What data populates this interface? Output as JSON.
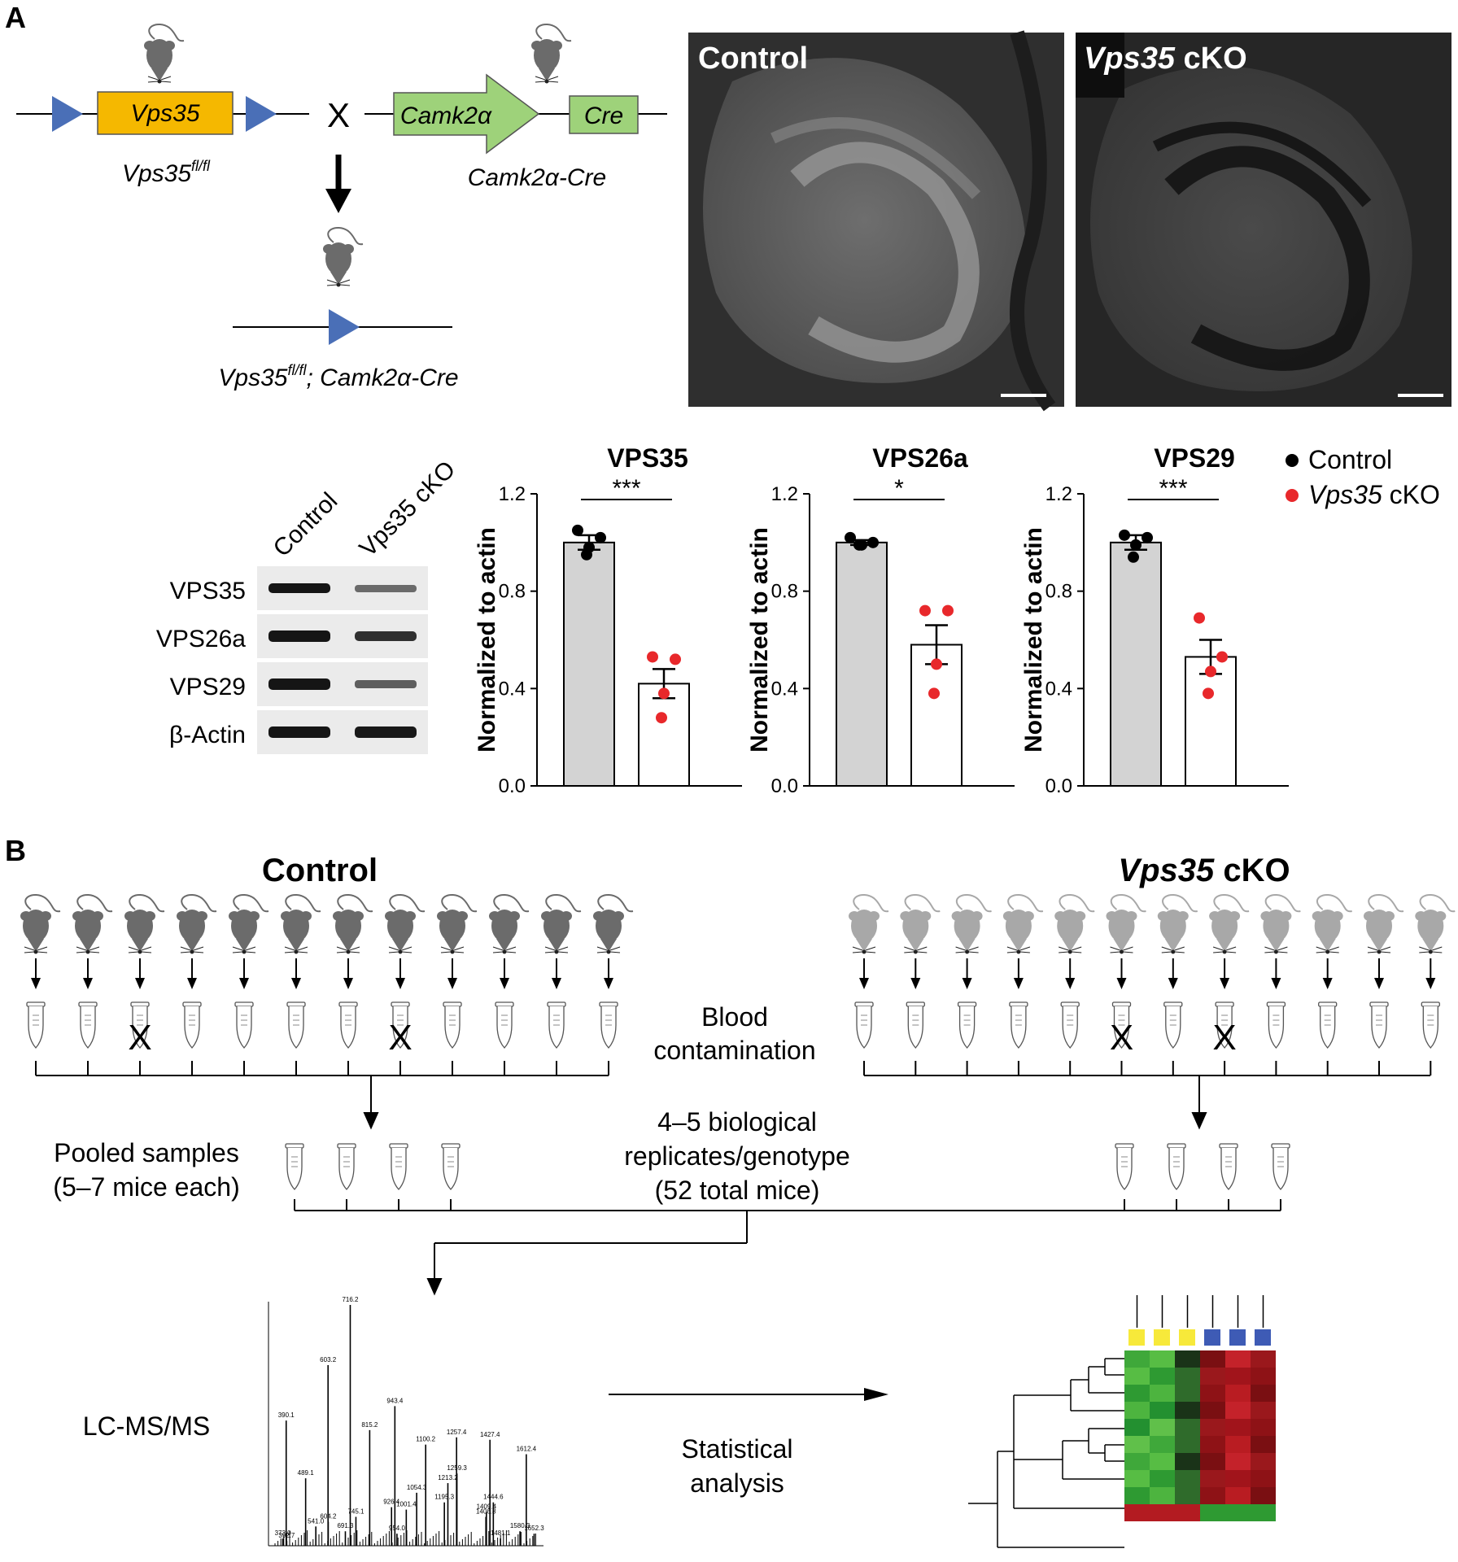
{
  "panelA": {
    "label": "A",
    "schematic": {
      "gene_floxed": "Vps35",
      "floxed_allele": "Vps35",
      "floxed_allele_sup": "fl/fl",
      "cross": "X",
      "promoter": "Camk2α",
      "cre": "Cre",
      "cre_line": "Camk2α-Cre",
      "offspring_gene": "Vps35",
      "offspring_sup": "fl/fl",
      "offspring_rest": "; Camk2α-Cre"
    },
    "micrographs": {
      "control_label": "Control",
      "cko_gene": "Vps35",
      "cko_suffix": " cKO"
    },
    "western": {
      "lane_control": "Control",
      "lane_cko": "Vps35 cKO",
      "bands": [
        "VPS35",
        "VPS26a",
        "VPS29",
        "β-Actin"
      ]
    },
    "legend": {
      "control": "Control",
      "cko_gene": "Vps35",
      "cko_suffix": " cKO",
      "control_color": "#000000",
      "cko_color": "#e8282b"
    }
  },
  "chart_data": [
    {
      "type": "bar",
      "title": "VPS35",
      "ylabel": "Normalized to actin",
      "ylim": [
        0,
        1.2
      ],
      "yticks": [
        "0.0",
        "0.4",
        "0.8",
        "1.2"
      ],
      "categories": [
        "Control",
        "Vps35 cKO"
      ],
      "values": [
        1.0,
        0.42
      ],
      "sem": [
        0.03,
        0.06
      ],
      "points": [
        [
          1.05,
          1.02,
          0.98,
          0.95
        ],
        [
          0.53,
          0.52,
          0.38,
          0.28
        ]
      ],
      "significance": "***",
      "bar_colors": [
        "#d3d3d3",
        "#ffffff"
      ]
    },
    {
      "type": "bar",
      "title": "VPS26a",
      "ylabel": "Normalized to actin",
      "ylim": [
        0,
        1.2
      ],
      "yticks": [
        "0.0",
        "0.4",
        "0.8",
        "1.2"
      ],
      "categories": [
        "Control",
        "Vps35 cKO"
      ],
      "values": [
        1.0,
        0.58
      ],
      "sem": [
        0.01,
        0.08
      ],
      "points": [
        [
          1.02,
          1.0,
          0.99,
          0.99
        ],
        [
          0.72,
          0.72,
          0.5,
          0.38
        ]
      ],
      "significance": "*",
      "bar_colors": [
        "#d3d3d3",
        "#ffffff"
      ]
    },
    {
      "type": "bar",
      "title": "VPS29",
      "ylabel": "Normalized to actin",
      "ylim": [
        0,
        1.2
      ],
      "yticks": [
        "0.0",
        "0.4",
        "0.8",
        "1.2"
      ],
      "categories": [
        "Control",
        "Vps35 cKO"
      ],
      "values": [
        1.0,
        0.53
      ],
      "sem": [
        0.03,
        0.07
      ],
      "points": [
        [
          1.03,
          1.02,
          0.99,
          0.94
        ],
        [
          0.69,
          0.53,
          0.47,
          0.38
        ]
      ],
      "significance": "***",
      "bar_colors": [
        "#d3d3d3",
        "#ffffff"
      ]
    }
  ],
  "panelB": {
    "label": "B",
    "control_title": "Control",
    "cko_gene": "Vps35",
    "cko_suffix": " cKO",
    "blood_line1": "Blood",
    "blood_line2": "contamination",
    "exclusion_mark": "X",
    "replicates_line1": "4–5 biological",
    "replicates_line2": "replicates/genotype",
    "replicates_line3": "(52 total mice)",
    "pooled_line1": "Pooled samples",
    "pooled_line2": "(5–7 mice each)",
    "lcms_label": "LC-MS/MS",
    "stats_line1": "Statistical",
    "stats_line2": "analysis",
    "spectrum_peaks": [
      "716.2",
      "603.2",
      "943.4",
      "815.2",
      "390.1",
      "1100.2",
      "1257.4",
      "1427.4",
      "1612.4",
      "1259.3",
      "1213.2",
      "1054.3",
      "1195.3",
      "489.1",
      "604.2",
      "745.1",
      "926.4",
      "1001.4",
      "1409.4",
      "1444.6",
      "1406.8",
      "541.0",
      "691.3",
      "954.0",
      "1580.3",
      "1652.3",
      "1481.1",
      "373.0",
      "392.7"
    ],
    "mouse_color_control": "#6b6b6b",
    "mouse_color_cko": "#a8a8a8",
    "heatmap_group_colors": [
      "#f7e93a",
      "#3e5bb5"
    ]
  }
}
